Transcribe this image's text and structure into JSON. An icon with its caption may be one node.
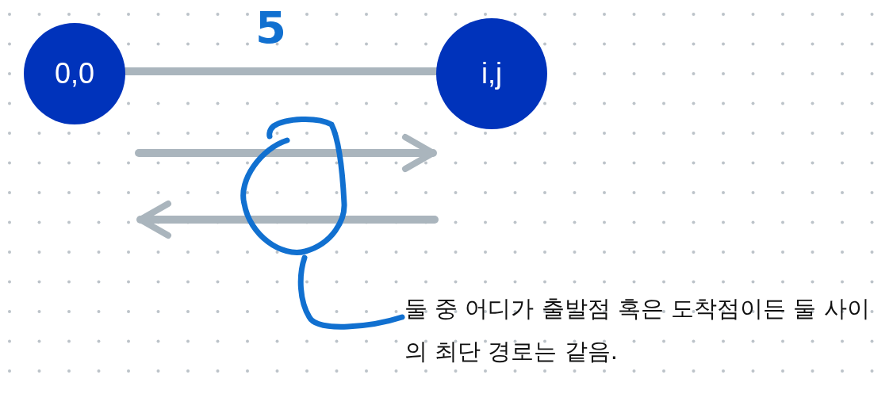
{
  "diagram": {
    "nodes": [
      {
        "text": [
          "0,0"
        ]
      },
      {
        "text": [
          "i,j"
        ]
      },
      {
        "text": [],
        "shape": "circle"
      },
      {
        "text": [
          "둘 중 어디가 출발점 혹은 도착점이든 둘 사이의 최단 경로는 같음."
        ]
      }
    ],
    "edges": [
      {
        "from": 0,
        "to": 1,
        "arrow": "none",
        "label": "5"
      },
      {
        "from": 3,
        "to": 2,
        "arrow": "none",
        "color": "#1170d0"
      }
    ]
  }
}
